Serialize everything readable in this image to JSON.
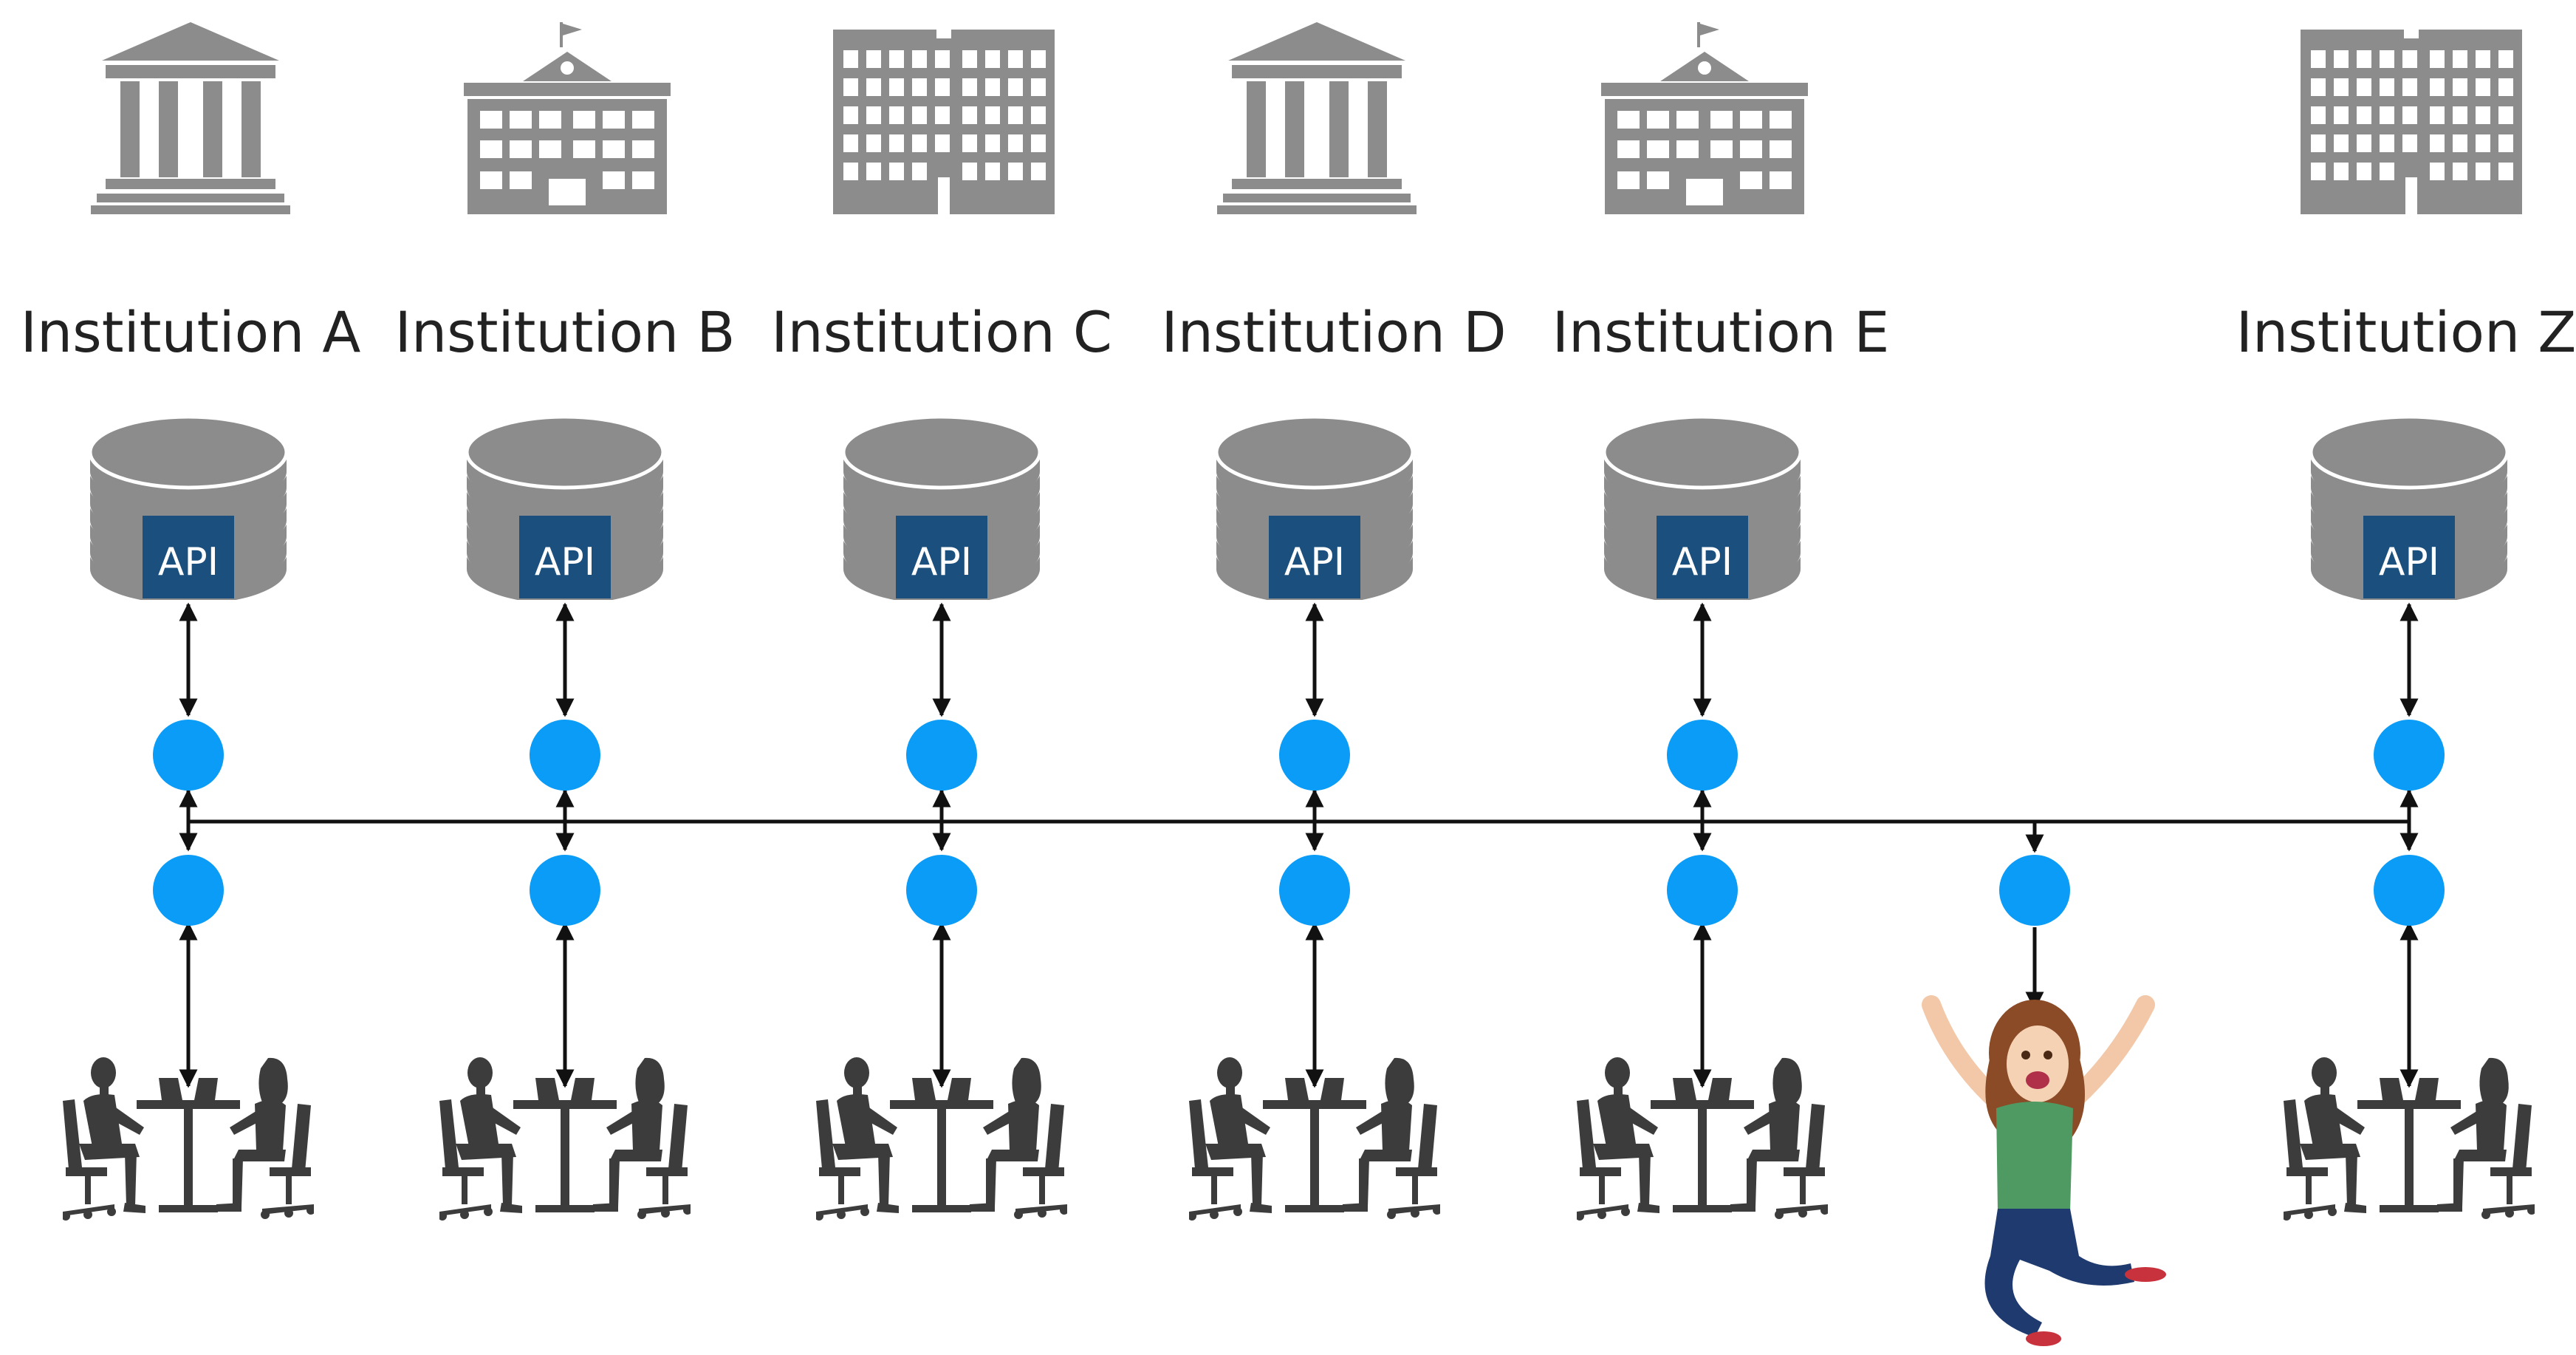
{
  "diagram": {
    "institutions": [
      {
        "label": "Institution A",
        "building": "bank-icon"
      },
      {
        "label": "Institution B",
        "building": "school-icon"
      },
      {
        "label": "Institution C",
        "building": "office-building-icon"
      },
      {
        "label": "Institution D",
        "building": "bank-icon"
      },
      {
        "label": "Institution E",
        "building": "school-icon"
      },
      {
        "label": "Institution Z",
        "building": "office-building-icon"
      }
    ],
    "api_label": "API",
    "colors": {
      "building": "#8c8c8c",
      "database": "#8c8c8c",
      "api_box": "#1b4f7e",
      "node": "#0a9cf6",
      "connector": "#111111",
      "people": "#3c3c3c"
    },
    "end_user": {
      "icon": "happy-user-icon"
    }
  }
}
